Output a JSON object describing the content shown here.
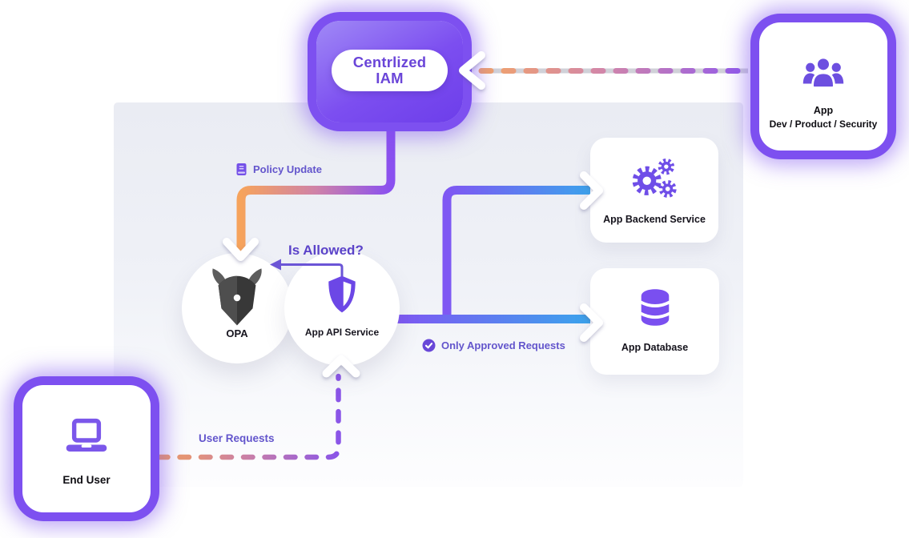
{
  "nodes": {
    "iam": {
      "line1": "Centrlized",
      "line2": "IAM"
    },
    "app_team": {
      "line1": "App",
      "line2": "Dev / Product / Security"
    },
    "backend": {
      "label": "App Backend Service"
    },
    "database": {
      "label": "App Database"
    },
    "opa": {
      "label": "OPA"
    },
    "api_service": {
      "label": "App API Service"
    },
    "end_user": {
      "label": "End User"
    }
  },
  "edges": {
    "policy_update": {
      "label": "Policy Update"
    },
    "is_allowed": {
      "label": "Is Allowed?"
    },
    "only_approved": {
      "label": "Only Approved Requests"
    },
    "user_requests": {
      "label": "User Requests"
    }
  },
  "icons": {
    "book-icon": "purple policy book",
    "check-circle-icon": "purple circle with white check",
    "people-group-icon": "three purple users",
    "gears-icon": "one large and two small purple gears",
    "database-icon": "purple cylinder database",
    "laptop-icon": "purple laptop outline",
    "opa-helmet-icon": "dark horned OPA helmet with white dot",
    "shield-icon": "purple half-filled shield",
    "chevron-icon": "thick white chevron arrowhead"
  },
  "colors": {
    "accent_purple": "#7d50f0",
    "line_purple": "#8a55ef",
    "line_orange": "#f5a35f",
    "line_blue": "#38a9ec",
    "label_purple": "#6355cc",
    "panel_bg": "#eef0f6",
    "card_bg": "#ffffff",
    "text_dark": "#17151f",
    "opa_dark": "#3b3b3b"
  }
}
